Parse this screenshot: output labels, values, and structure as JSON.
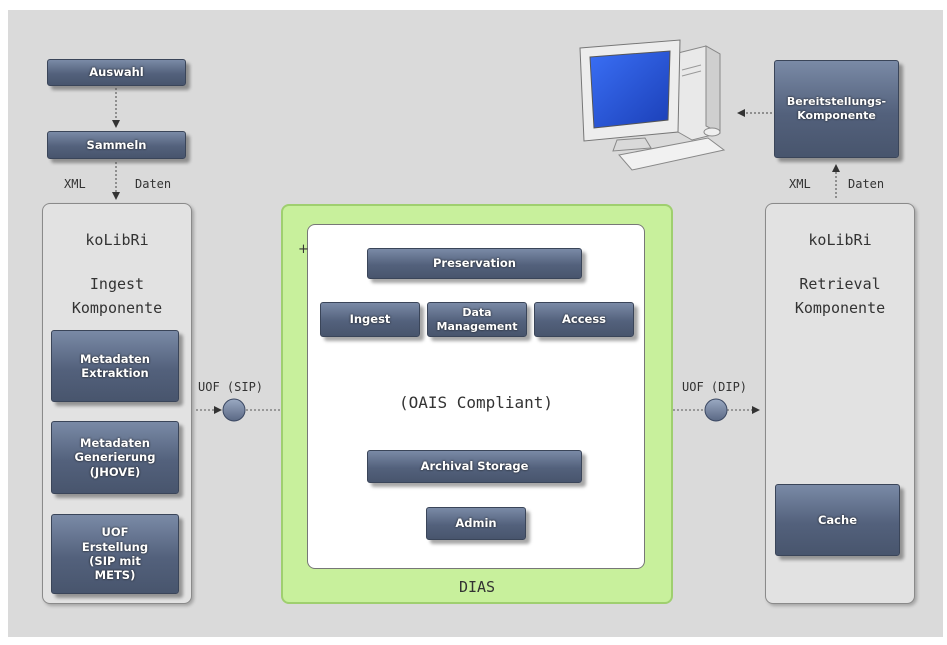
{
  "ingest_chain": {
    "auswahl": "Auswahl",
    "sammeln": "Sammeln",
    "xml_left": "XML",
    "daten_left": "Daten"
  },
  "ingest_panel": {
    "title1": "koLibRi",
    "title2": "Ingest",
    "title3": "Komponente",
    "step1": "Metadaten\nExtraktion",
    "step2": "Metadaten\nGenerierung\n(JHOVE)",
    "step3": "UOF\nErstellung\n(SIP mit\nMETS)"
  },
  "uof_sip": "UOF (SIP)",
  "uof_dip": "UOF (DIP)",
  "dias": {
    "label": "DIAS",
    "preservation": "Preservation",
    "ingest": "Ingest",
    "data_management": "Data\nManagement",
    "access": "Access",
    "compliance": "(OAIS Compliant)",
    "archival_storage": "Archival Storage",
    "admin": "Admin"
  },
  "retrieval_panel": {
    "title1": "koLibRi",
    "title2": "Retrieval",
    "title3": "Komponente",
    "cache": "Cache"
  },
  "delivery": {
    "component": "Bereitstellungs-\nKomponente",
    "xml_right": "XML",
    "daten_right": "Daten"
  }
}
